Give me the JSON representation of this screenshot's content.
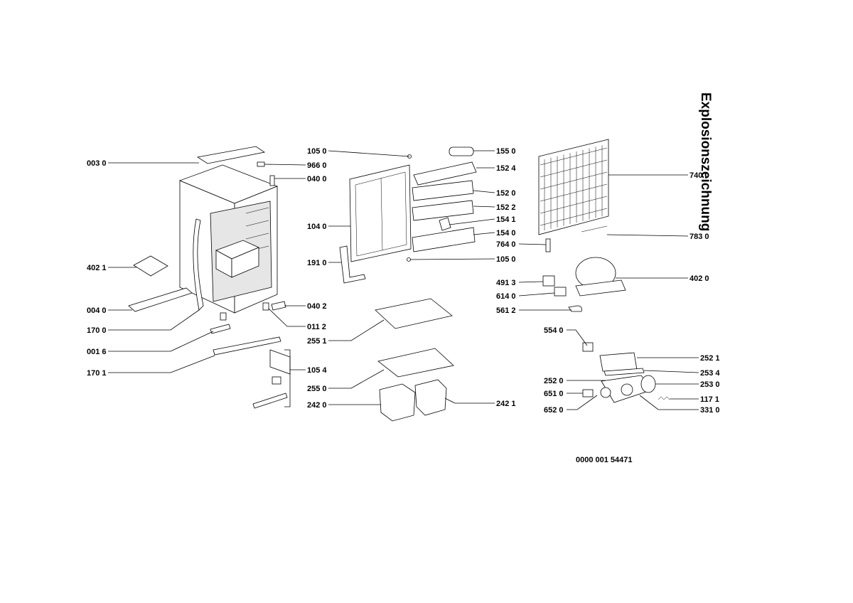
{
  "title": "Explosionszeichnung",
  "document_number": "0000 001 54471",
  "parts": [
    {
      "id": "p003-0",
      "label": "003 0"
    },
    {
      "id": "p402-1",
      "label": "402 1"
    },
    {
      "id": "p004-0",
      "label": "004 0"
    },
    {
      "id": "p170-0",
      "label": "170 0"
    },
    {
      "id": "p001-6",
      "label": "001 6"
    },
    {
      "id": "p170-1",
      "label": "170 1"
    },
    {
      "id": "p105-0a",
      "label": "105 0"
    },
    {
      "id": "p966-0",
      "label": "966 0"
    },
    {
      "id": "p040-0",
      "label": "040 0"
    },
    {
      "id": "p104-0",
      "label": "104 0"
    },
    {
      "id": "p191-0",
      "label": "191 0"
    },
    {
      "id": "p040-2",
      "label": "040 2"
    },
    {
      "id": "p011-2",
      "label": "011 2"
    },
    {
      "id": "p255-1",
      "label": "255 1"
    },
    {
      "id": "p105-4",
      "label": "105 4"
    },
    {
      "id": "p255-0",
      "label": "255 0"
    },
    {
      "id": "p242-0",
      "label": "242 0"
    },
    {
      "id": "p155-0",
      "label": "155 0"
    },
    {
      "id": "p152-4",
      "label": "152 4"
    },
    {
      "id": "p152-0",
      "label": "152 0"
    },
    {
      "id": "p152-2",
      "label": "152 2"
    },
    {
      "id": "p154-1",
      "label": "154 1"
    },
    {
      "id": "p154-0",
      "label": "154 0"
    },
    {
      "id": "p105-0b",
      "label": "105 0"
    },
    {
      "id": "p764-0",
      "label": "764 0"
    },
    {
      "id": "p491-3",
      "label": "491 3"
    },
    {
      "id": "p614-0",
      "label": "614 0"
    },
    {
      "id": "p561-2",
      "label": "561 2"
    },
    {
      "id": "p242-1",
      "label": "242 1"
    },
    {
      "id": "p740-0",
      "label": "740 0"
    },
    {
      "id": "p783-0",
      "label": "783 0"
    },
    {
      "id": "p402-0",
      "label": "402 0"
    },
    {
      "id": "p554-0",
      "label": "554 0"
    },
    {
      "id": "p252-1",
      "label": "252 1"
    },
    {
      "id": "p253-4",
      "label": "253 4"
    },
    {
      "id": "p252-0",
      "label": "252 0"
    },
    {
      "id": "p253-0",
      "label": "253 0"
    },
    {
      "id": "p651-0",
      "label": "651 0"
    },
    {
      "id": "p117-1",
      "label": "117 1"
    },
    {
      "id": "p652-0",
      "label": "652 0"
    },
    {
      "id": "p331-0",
      "label": "331 0"
    }
  ]
}
